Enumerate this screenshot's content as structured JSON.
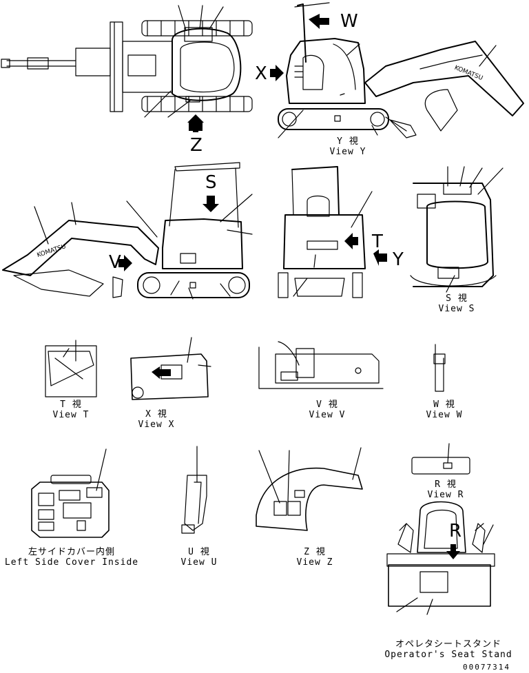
{
  "views": [
    {
      "id": "view-y",
      "jp": "Y 視",
      "en": "View Y"
    },
    {
      "id": "view-s",
      "jp": "S 視",
      "en": "View S"
    },
    {
      "id": "view-t",
      "jp": "T 視",
      "en": "View T"
    },
    {
      "id": "view-x",
      "jp": "X 視",
      "en": "View X"
    },
    {
      "id": "view-v",
      "jp": "V 視",
      "en": "View V"
    },
    {
      "id": "view-w",
      "jp": "W 視",
      "en": "View W"
    },
    {
      "id": "view-r",
      "jp": "R 視",
      "en": "View R"
    },
    {
      "id": "view-u",
      "jp": "U 視",
      "en": "View U"
    },
    {
      "id": "view-z",
      "jp": "Z 視",
      "en": "View Z"
    },
    {
      "id": "left-cover",
      "jp": "左サイドカバー内側",
      "en": "Left Side Cover Inside"
    },
    {
      "id": "seat-stand",
      "jp": "オペレタシートスタンド",
      "en": "Operator's Seat Stand"
    }
  ],
  "arrow_letters": {
    "z": "Z",
    "x": "X",
    "w": "W",
    "s": "S",
    "v": "V",
    "t": "T",
    "y": "Y",
    "r": "R"
  },
  "document_number": "00077314"
}
